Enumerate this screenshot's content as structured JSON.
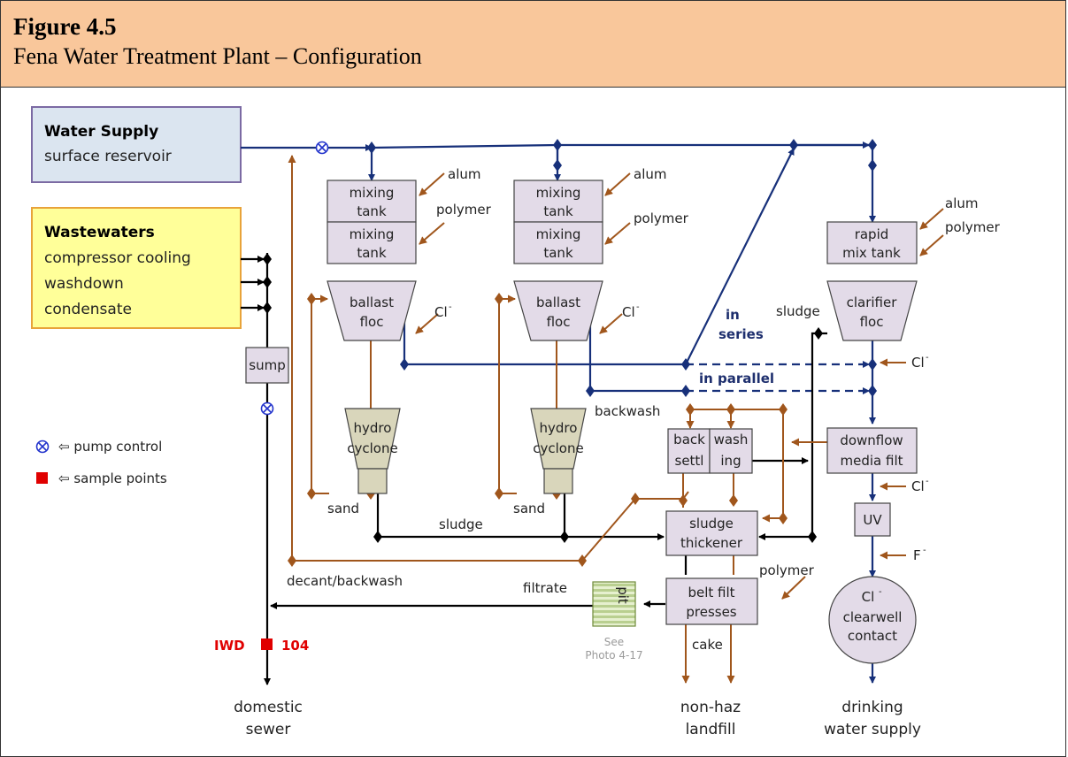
{
  "figure": {
    "number": "Figure 4.5",
    "title": "Fena Water Treatment Plant – Configuration"
  },
  "sources": {
    "water_supply": {
      "title": "Water Supply",
      "subtitle": "surface reservoir"
    },
    "wastewaters": {
      "title": "Wastewaters",
      "items": [
        "compressor cooling",
        "washdown",
        "condensate"
      ]
    }
  },
  "legend": {
    "pump_control": "⇦ pump control",
    "sample_points": "⇦ sample points"
  },
  "units": {
    "mixing_tank_label1": "mixing",
    "mixing_tank_label2": "tank",
    "ballast_floc1": "ballast",
    "ballast_floc2": "floc",
    "hydro_cyclone1": "hydro",
    "hydro_cyclone2": "cyclone",
    "rapid_mix1": "rapid",
    "rapid_mix2": "mix tank",
    "clarifier1": "clarifier",
    "clarifier2": "floc",
    "sump": "sump",
    "backwash": "back",
    "wash": "wash",
    "settling1": "settl",
    "settling2": "ing",
    "downflow1": "downflow",
    "downflow2": "media filt",
    "uv": "UV",
    "sludge_thickener1": "sludge",
    "sludge_thickener2": "thickener",
    "belt_filt1": "belt filt",
    "belt_filt2": "presses",
    "clearwell1": "Cl",
    "clearwell2": "clearwell",
    "clearwell3": "contact",
    "pit": "pit"
  },
  "chemicals": {
    "alum": "alum",
    "polymer": "polymer",
    "cl": "Cl",
    "cl_sup": "-",
    "f": "F",
    "f_sup": "-"
  },
  "labels": {
    "in": "in",
    "series": "series",
    "in_parallel": "in parallel",
    "sludge": "sludge",
    "sand": "sand",
    "backwash": "backwash",
    "decant_backwash": "decant/backwash",
    "filtrate": "filtrate",
    "cake": "cake",
    "see": "See",
    "photo": "Photo 4-17",
    "iwd": "IWD",
    "iwd_num": "104"
  },
  "outputs": {
    "domestic1": "domestic",
    "domestic2": "sewer",
    "landfill1": "non-haz",
    "landfill2": "landfill",
    "drinking1": "drinking",
    "drinking2": "water supply"
  },
  "colors": {
    "header_bg": "#f9c79b",
    "flow_blue": "#17307a",
    "flow_brown": "#a0561c",
    "box_fill": "#e3dbe8",
    "water_box": "#dbe5f0",
    "waste_box": "#ffff99",
    "sample_red": "#e00000"
  }
}
